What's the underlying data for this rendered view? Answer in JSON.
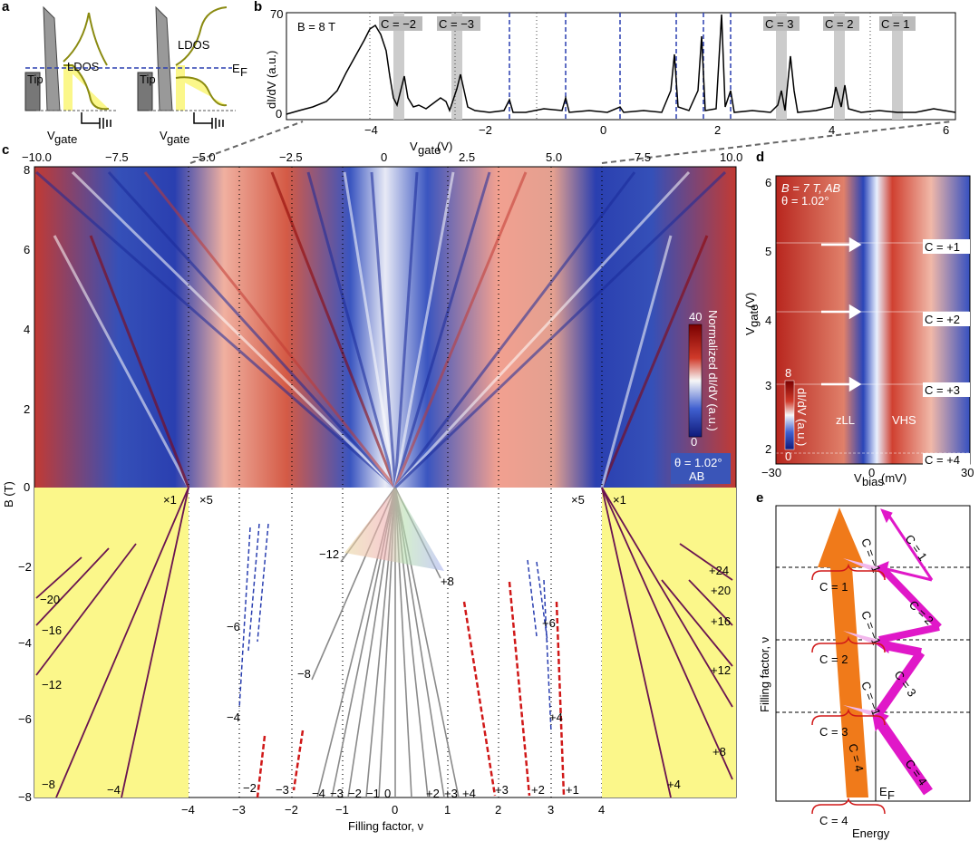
{
  "panels": {
    "a": "a",
    "b": "b",
    "c": "c",
    "d": "d",
    "e": "e"
  },
  "panel_a": {
    "tip_labels": [
      "Tip",
      "Tip"
    ],
    "ldos_labels": [
      "LDOS",
      "LDOS"
    ],
    "ef_label": "E",
    "ef_sub": "F",
    "vgate_labels": [
      "V",
      "V"
    ],
    "vgate_sub": "gate"
  },
  "panel_b": {
    "field_label": "B = 8 T",
    "ylabel": "dI/dV (a.u.)",
    "xlabel": "V",
    "xlabel_sub": "gate",
    "xlabel_unit": "(V)",
    "yticks": [
      "70",
      "0"
    ],
    "xticks": [
      "−4",
      "−2",
      "0",
      "2",
      "4",
      "6"
    ],
    "chern_tags": [
      "C = −2",
      "C = −3",
      "C = 3",
      "C = 2",
      "C = 1"
    ]
  },
  "panel_c": {
    "top_ticks": [
      "−10.0",
      "−7.5",
      "−5.0",
      "−2.5",
      "0",
      "2.5",
      "5.0",
      "7.5",
      "10.0"
    ],
    "left_ticks": [
      "8",
      "6",
      "4",
      "2",
      "0",
      "−2",
      "−4",
      "−6",
      "−8"
    ],
    "ylabel": "B (T)",
    "xlabel": "Filling factor, ν",
    "bottom_ticks": [
      "−4",
      "−3",
      "−2",
      "−1",
      "0",
      "1",
      "2",
      "3",
      "4"
    ],
    "colorbar_title": "Normalized dI/dV (a.u.)",
    "colorbar_max": "40",
    "colorbar_min": "0",
    "angle_label": "θ = 1.02°",
    "stack_label": "AB",
    "mult_labels": [
      "×1",
      "×5",
      "×5",
      "×1"
    ],
    "left_fan_labels": [
      "−20",
      "−16",
      "−12",
      "−8",
      "−4"
    ],
    "right_fan_labels": [
      "+24",
      "+20",
      "+16",
      "+12",
      "+8",
      "+4"
    ],
    "inner_labels": [
      "−12",
      "+8",
      "−8",
      "−6",
      "+6",
      "−4",
      "+4"
    ],
    "bottom_labels": [
      "−4",
      "−3",
      "−2",
      "−1",
      "0",
      "+2",
      "+3",
      "+4",
      "−2",
      "−3",
      "+3",
      "+2",
      "+1"
    ]
  },
  "panel_d": {
    "title_line1": "B = 7 T, AB",
    "title_line2": "θ = 1.02°",
    "ylabel": "V",
    "ylabel_sub": "gate",
    "ylabel_unit": "(V)",
    "yticks": [
      "6",
      "5",
      "4",
      "3",
      "2"
    ],
    "xlabel": "V",
    "xlabel_sub": "bias",
    "xlabel_unit": "(mV)",
    "xticks": [
      "−30",
      "0",
      "30"
    ],
    "chern_labels": [
      "C = +1",
      "C = +2",
      "C = +3",
      "C = +4"
    ],
    "zll_label": "zLL",
    "vhs_label": "VHS",
    "cbar_label": "dI/dV (a.u.)",
    "cbar_max": "8",
    "cbar_min": "0"
  },
  "panel_e": {
    "ylabel": "Filling factor, ν",
    "xlabel": "Energy",
    "ef_label": "E",
    "ef_sub": "F",
    "c_labels": [
      "C = 1",
      "C = 2",
      "C = 3",
      "C = 4"
    ],
    "orange_label": "C = 4",
    "magenta_labels": [
      "C = 1",
      "C = 2",
      "C = 3",
      "C = 4"
    ],
    "pink_labels": [
      "C = −1",
      "C = −1",
      "C = −1"
    ]
  },
  "colors": {
    "blue": "#2a3fb0",
    "red": "#b5201a",
    "yellow": "#fbf78a",
    "purple": "#6a1450",
    "orange": "#f07a1a",
    "magenta": "#e018c8"
  }
}
